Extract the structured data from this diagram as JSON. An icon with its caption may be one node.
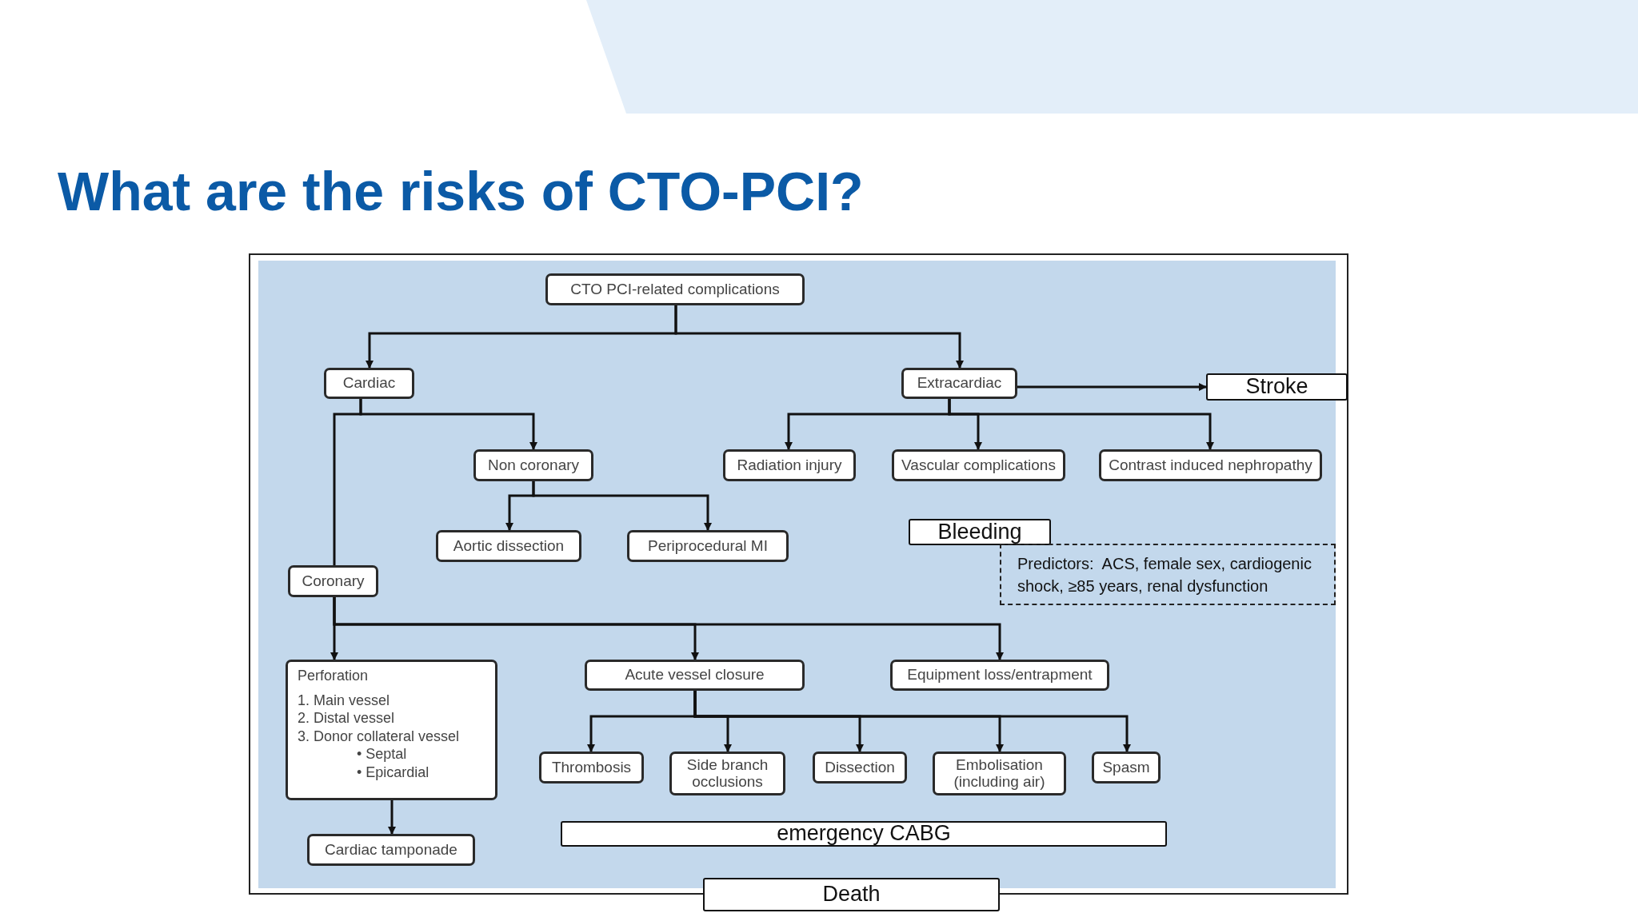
{
  "diagram": {
    "title": "What are the risks of CTO-PCI?",
    "nodes": [
      {
        "text": [
          "CTO PCI-related complications"
        ]
      },
      {
        "text": [
          "Cardiac"
        ]
      },
      {
        "text": [
          "Extracardiac"
        ]
      },
      {
        "text": [
          "Stroke"
        ]
      },
      {
        "text": [
          "Non coronary"
        ]
      },
      {
        "text": [
          "Radiation injury"
        ]
      },
      {
        "text": [
          "Vascular complications"
        ]
      },
      {
        "text": [
          "Contrast induced nephropathy"
        ]
      },
      {
        "text": [
          "Aortic dissection"
        ]
      },
      {
        "text": [
          "Periprocedural MI"
        ]
      },
      {
        "text": [
          "Bleeding"
        ]
      },
      {
        "text": [
          "Predictors:  ACS, female sex, cardiogenic shock, ≥85 years, renal dysfunction"
        ]
      },
      {
        "text": [
          "Coronary"
        ]
      },
      {
        "text": [
          "Perforation",
          "1. Main vessel",
          "2. Distal vessel",
          "3. Donor collateral vessel",
          "• Septal",
          "• Epicardial"
        ]
      },
      {
        "text": [
          "Acute vessel closure"
        ]
      },
      {
        "text": [
          "Equipment loss/entrapment"
        ]
      },
      {
        "text": [
          "Thrombosis"
        ]
      },
      {
        "text": [
          "Side branch occlusions"
        ]
      },
      {
        "text": [
          "Dissection"
        ]
      },
      {
        "text": [
          "Embolisation (including air)"
        ]
      },
      {
        "text": [
          "Spasm"
        ]
      },
      {
        "text": [
          "Cardiac tamponade"
        ]
      },
      {
        "text": [
          "emergency CABG"
        ]
      },
      {
        "text": [
          "Death"
        ]
      }
    ],
    "edges": [
      {
        "from": 0,
        "to": 1,
        "arrow": "to"
      },
      {
        "from": 0,
        "to": 2,
        "arrow": "to"
      },
      {
        "from": 2,
        "to": 3,
        "arrow": "to"
      },
      {
        "from": 2,
        "to": 5,
        "arrow": "to"
      },
      {
        "from": 2,
        "to": 6,
        "arrow": "to"
      },
      {
        "from": 2,
        "to": 7,
        "arrow": "to"
      },
      {
        "from": 1,
        "to": 4,
        "arrow": "to"
      },
      {
        "from": 1,
        "to": 12,
        "arrow": "none"
      },
      {
        "from": 4,
        "to": 8,
        "arrow": "to"
      },
      {
        "from": 4,
        "to": 9,
        "arrow": "to"
      },
      {
        "from": 12,
        "to": 13,
        "arrow": "to"
      },
      {
        "from": 12,
        "to": 14,
        "arrow": "to"
      },
      {
        "from": 12,
        "to": 15,
        "arrow": "to"
      },
      {
        "from": 13,
        "to": 21,
        "arrow": "to"
      },
      {
        "from": 14,
        "to": 16,
        "arrow": "to"
      },
      {
        "from": 14,
        "to": 17,
        "arrow": "to"
      },
      {
        "from": 14,
        "to": 18,
        "arrow": "to"
      },
      {
        "from": 14,
        "to": 19,
        "arrow": "to"
      },
      {
        "from": 14,
        "to": 20,
        "arrow": "to"
      }
    ]
  }
}
